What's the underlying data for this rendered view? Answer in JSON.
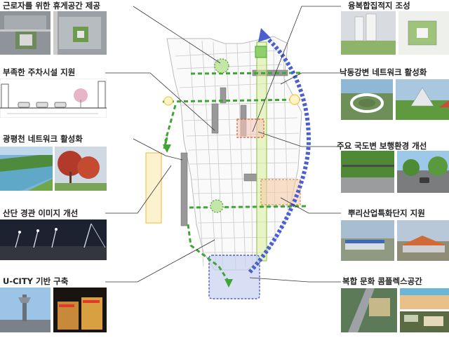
{
  "labels": {
    "left": [
      "근로자를 위한 휴게공간 제공",
      "부족한 주차시설 지원",
      "광평천 네트워크 활성화",
      "산단 경관 이미지 개선",
      "U-CITY 기반 구축"
    ],
    "right": [
      "융복합집적지 조성",
      "낙동강변 네트워크 활성화",
      "주요 국도변 보행환경 개선",
      "뿌리산업특화단지 지원",
      "복합 문화 콤플렉스공간"
    ]
  },
  "colors": {
    "green_dashed": "#3fa535",
    "blue_arrow": "#4a5fd0",
    "orange_zone": "#e8a070",
    "yellow_zone": "#f2d060",
    "leader_line": "#333333"
  }
}
